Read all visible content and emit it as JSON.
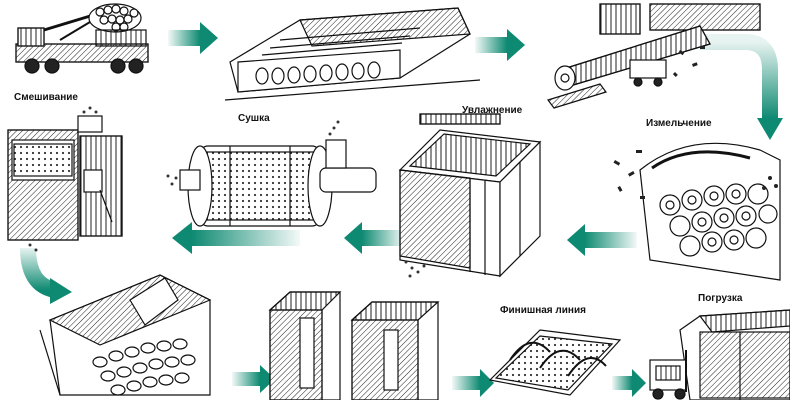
{
  "diagram": {
    "arrow_color": "#0f8a72",
    "steps": [
      {
        "id": "log_delivery",
        "label": ""
      },
      {
        "id": "log_storage",
        "label": ""
      },
      {
        "id": "debarking",
        "label": ""
      },
      {
        "id": "grinding",
        "label": "Измельчение"
      },
      {
        "id": "moistening",
        "label": "Увлажнение"
      },
      {
        "id": "drying",
        "label": "Сушка"
      },
      {
        "id": "mixing",
        "label": "Смешивание"
      },
      {
        "id": "pellet_press",
        "label": ""
      },
      {
        "id": "cooling",
        "label": ""
      },
      {
        "id": "finishing_line",
        "label": "Финишная линия"
      },
      {
        "id": "loading",
        "label": "Погрузка"
      }
    ]
  }
}
